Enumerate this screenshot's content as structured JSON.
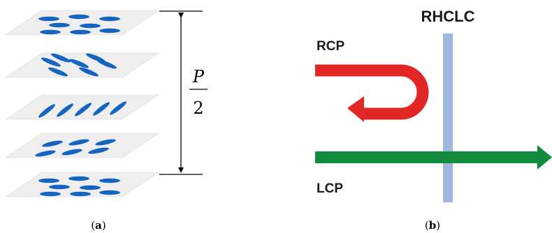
{
  "panel_a": {
    "caption_open": "(",
    "caption_letter": "a",
    "caption_close": ")",
    "pitch_numerator": "P",
    "pitch_denominator": "2",
    "layer_count": 5,
    "molecule_color": "#1565c0",
    "layer_color": "#eeeeee"
  },
  "panel_b": {
    "title": "RHCLC",
    "rcp_label": "RCP",
    "lcp_label": "LCP",
    "caption_open": "(",
    "caption_letter": "b",
    "caption_close": ")",
    "rcp_color": "#e32626",
    "lcp_color": "#128c3c",
    "slab_color": "#9db7dd"
  }
}
